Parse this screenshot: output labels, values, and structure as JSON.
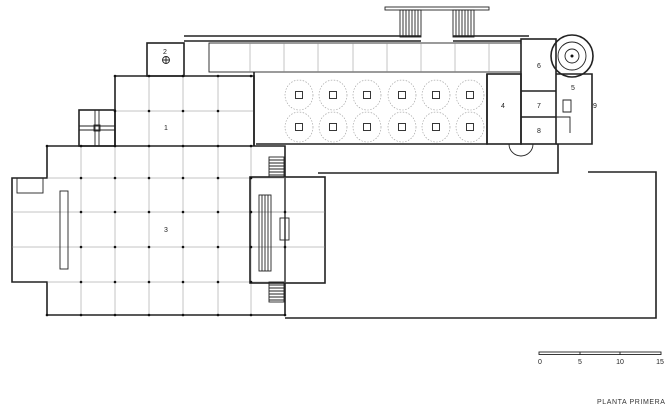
{
  "plan": {
    "title": "PLANTA PRIMERA",
    "rooms": [
      {
        "label": "1"
      },
      {
        "label": "2"
      },
      {
        "label": "3"
      },
      {
        "label": "4"
      },
      {
        "label": "5"
      },
      {
        "label": "6"
      },
      {
        "label": "7"
      },
      {
        "label": "8"
      },
      {
        "label": "9"
      }
    ],
    "scale_bar": {
      "ticks": [
        "0",
        "5",
        "10",
        "15"
      ],
      "unit_max": 15
    }
  }
}
